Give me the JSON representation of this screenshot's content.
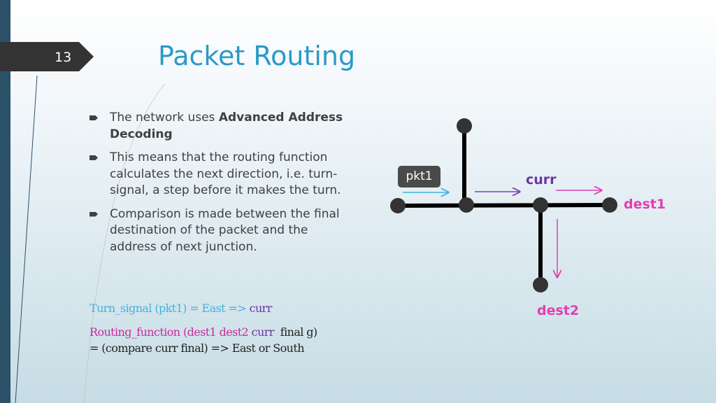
{
  "slide": {
    "number": "13",
    "title": "Packet Routing"
  },
  "bullets": [
    {
      "pre": "The network uses ",
      "bold": "Advanced Address Decoding"
    },
    {
      "text": "This means that the routing function calculates the next direction, i.e. turn-signal, a step before it makes the turn."
    },
    {
      "text": "Comparison is made between the final destination of the packet and the address of next junction."
    }
  ],
  "formulas": {
    "line1": {
      "a": "Turn_signal (pkt1) = East => ",
      "b": "curr"
    },
    "line2": {
      "a": "Routing_function (dest1 dest2 ",
      "b": "curr",
      "c": "  final g)"
    },
    "line3": "= (compare curr final) => East or South"
  },
  "diagram": {
    "packet": "pkt1",
    "current": "curr",
    "dest1": "dest1",
    "dest2": "dest2",
    "colors": {
      "cyan": "#3fb3dd",
      "purple": "#6a35a8",
      "magenta": "#e040b0"
    }
  }
}
